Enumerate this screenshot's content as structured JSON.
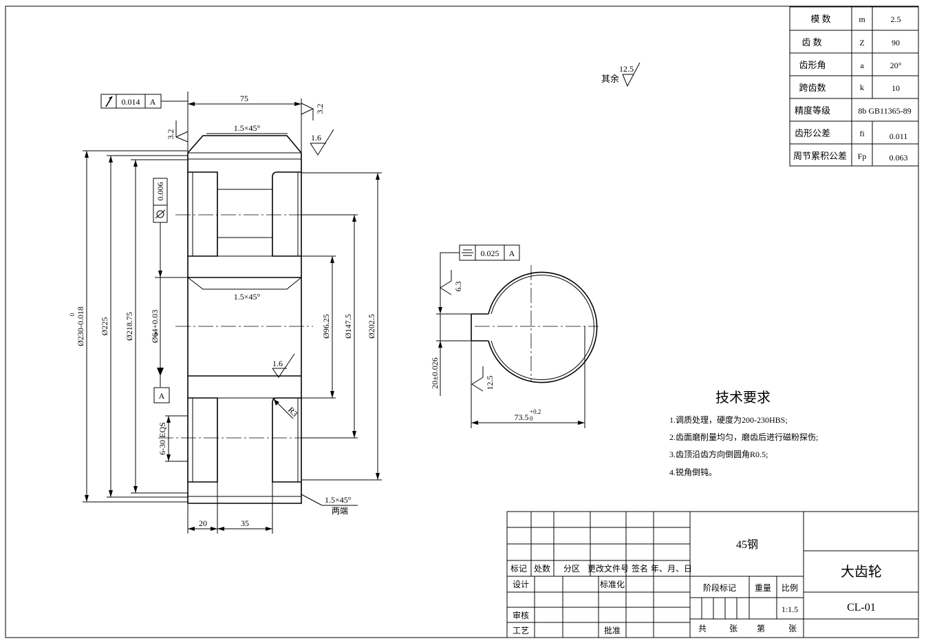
{
  "params": [
    {
      "name": "模  数",
      "sym": "m",
      "val": "2.5"
    },
    {
      "name": "齿 数",
      "sym": "Z",
      "val": "90"
    },
    {
      "name": "齿形角",
      "sym": "a",
      "val": "20°"
    },
    {
      "name": "跨齿数",
      "sym": "k",
      "val": "10"
    },
    {
      "name": "精度等级",
      "sym": "8b GB11365-89",
      "val": ""
    },
    {
      "name": "齿形公差",
      "sym": "fi",
      "val": "0.011"
    },
    {
      "name": "周节累积公差",
      "sym": "Fp",
      "val": "0.063"
    }
  ],
  "roughness": {
    "other_label": "其余",
    "other_value": "12.5"
  },
  "main_view": {
    "runout_tol": "0.014",
    "runout_datum": "A",
    "flat_tol": "0.006",
    "width": "75",
    "chamfer_top": "1.5×45°",
    "chamfer_bore": "1.5×45°",
    "rough_top_left": "3.2",
    "rough_top_right": "3.2",
    "rough_face": "1.6",
    "rough_bore": "1.6",
    "d_tip": "Ø230-0.018",
    "d_tip_sup": "0",
    "d_225": "Ø225",
    "d_218": "Ø218.75",
    "d_bore": "Ø64+0.03",
    "d_bore_sub": "0",
    "d_96": "Ø96.25",
    "d_147": "Ø147.5",
    "d_202": "Ø202.5",
    "datum": "A",
    "radius": "R3",
    "eqs": "6-30  EQS",
    "chamfer_ends": "1.5×45°",
    "chamfer_ends_note": "两端",
    "dim_20": "20",
    "dim_35": "35"
  },
  "side_view": {
    "sym_tol": "0.025",
    "sym_datum": "A",
    "rough_key_top": "6.3",
    "rough_key_bot": "12.5",
    "key_width": "20±0.026",
    "key_depth": "73.5",
    "key_depth_sup": "+0.2",
    "key_depth_sub": "0"
  },
  "tech": {
    "title": "技术要求",
    "items": [
      "1.调质处理，硬度为200-230HBS;",
      "2.齿面磨削量均匀，磨齿后进行磁粉探伤;",
      "3.齿顶沿齿方向倒圆角R0.5;",
      "4.锐角倒钝。"
    ]
  },
  "title_block": {
    "headers": [
      "标记",
      "处数",
      "分区",
      "更改文件号",
      "签名",
      "年、月、日"
    ],
    "design": "设计",
    "standard": "标准化",
    "review": "审核",
    "process": "工艺",
    "approve": "批准",
    "material": "45钢",
    "stage": "阶段标记",
    "weight": "重量",
    "scale_label": "比例",
    "scale": "1:1.5",
    "total": "共",
    "sheets": "张",
    "sheet_no": "第",
    "sheets2": "张",
    "part_name": "大齿轮",
    "drawing_no": "CL-01"
  }
}
